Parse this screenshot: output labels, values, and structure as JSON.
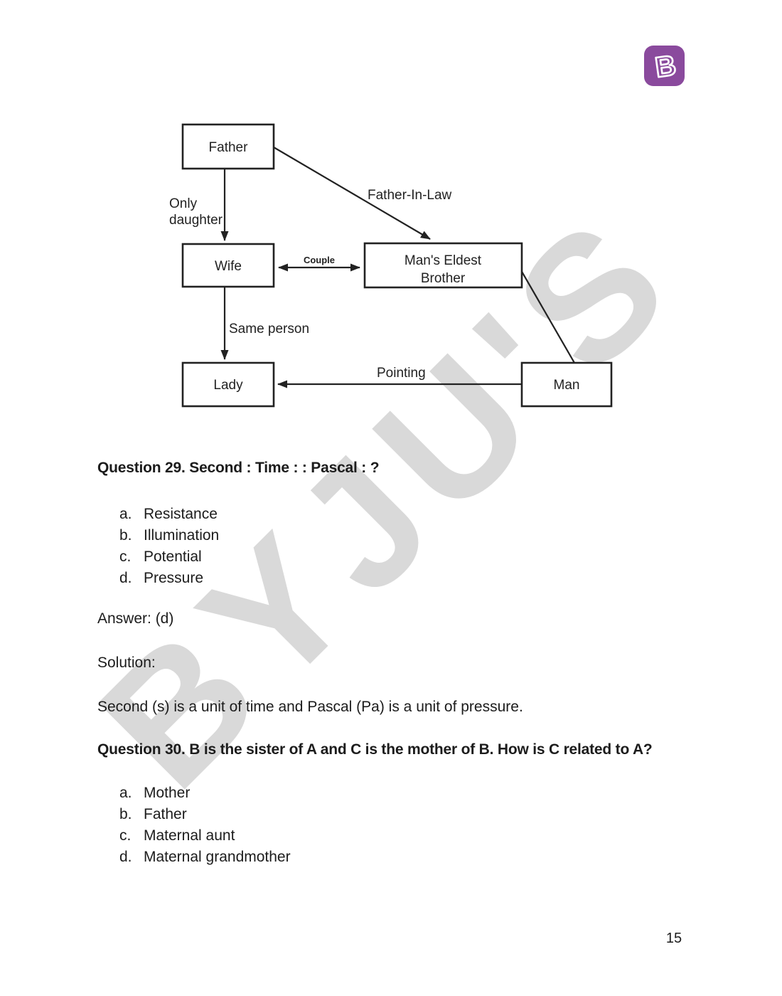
{
  "logo": {
    "letter": "B",
    "bg_color": "#8a4a9d"
  },
  "watermark": {
    "text": "BYJU'S",
    "color": "#d9d9d9"
  },
  "diagram": {
    "nodes": {
      "father": {
        "label": "Father"
      },
      "wife": {
        "label": "Wife"
      },
      "mans_eldest_brother": {
        "label_line1": "Man's Eldest",
        "label_line2": "Brother"
      },
      "lady": {
        "label": "Lady"
      },
      "man": {
        "label": "Man"
      }
    },
    "edge_labels": {
      "only_daughter_line1": "Only",
      "only_daughter_line2": "daughter",
      "father_in_law": "Father-In-Law",
      "couple": "Couple",
      "same_person": "Same person",
      "pointing": "Pointing"
    }
  },
  "question29": {
    "heading": "Question 29. Second : Time : : Pascal : ?",
    "options": [
      {
        "letter": "a.",
        "text": "Resistance"
      },
      {
        "letter": "b.",
        "text": "Illumination"
      },
      {
        "letter": "c.",
        "text": "Potential"
      },
      {
        "letter": "d.",
        "text": "Pressure"
      }
    ],
    "answer": "Answer: (d)",
    "solution_label": "Solution:",
    "solution_text": "Second (s) is a unit of time and Pascal (Pa) is a unit of pressure."
  },
  "question30": {
    "heading": "Question 30. B is the sister of A and C is the mother of B. How is C related to A?",
    "options": [
      {
        "letter": "a.",
        "text": "Mother"
      },
      {
        "letter": "b.",
        "text": "Father"
      },
      {
        "letter": "c.",
        "text": "Maternal aunt"
      },
      {
        "letter": "d.",
        "text": "Maternal grandmother"
      }
    ]
  },
  "page_number": "15"
}
